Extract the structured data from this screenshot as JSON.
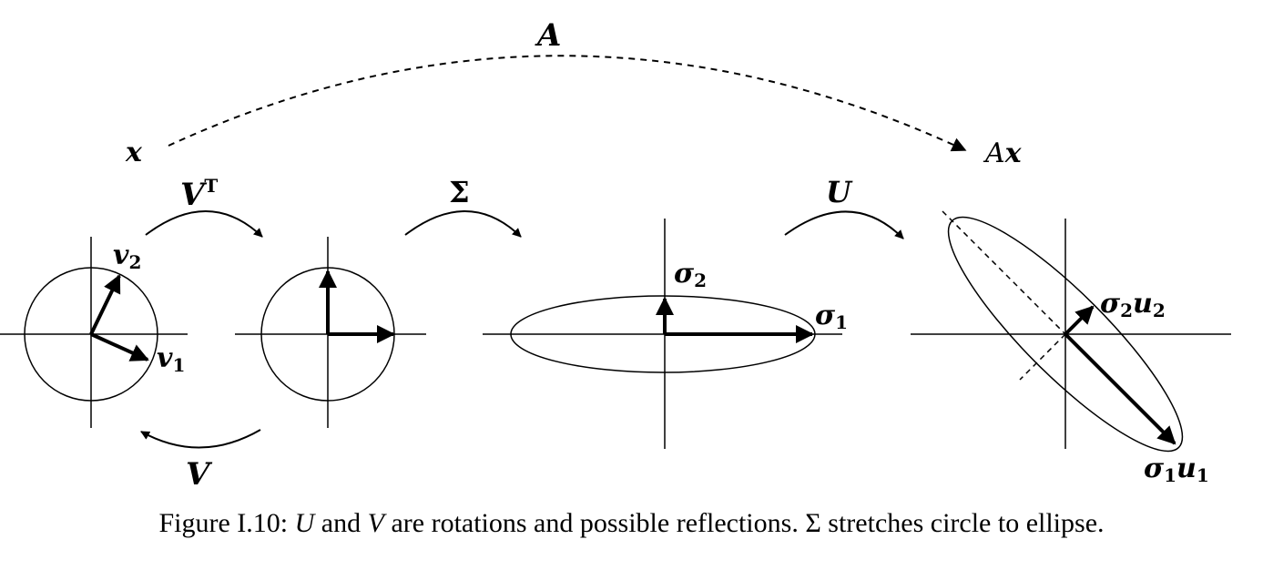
{
  "labels": {
    "A": "A",
    "x": "x",
    "Ax_A": "A",
    "Ax_x": "x",
    "VT_base": "V",
    "VT_sup": "T",
    "Sigma": "Σ",
    "U": "U",
    "V": "V",
    "v1_base": "v",
    "v1_sub": "1",
    "v2_base": "v",
    "v2_sub": "2",
    "sigma1_base": "σ",
    "sigma1_sub": "1",
    "sigma2_base": "σ",
    "sigma2_sub": "2",
    "s2u2_sigma": "σ",
    "s2u2_sigma_sub": "2",
    "s2u2_u": "u",
    "s2u2_u_sub": "2",
    "s1u1_sigma": "σ",
    "s1u1_sigma_sub": "1",
    "s1u1_u": "u",
    "s1u1_u_sub": "1"
  },
  "caption": {
    "prefix": "Figure I.10: ",
    "U": "U",
    "and": " and ",
    "V": "V",
    "mid": " are rotations and possible reflections. ",
    "Sigma": "Σ",
    "end": " stretches circle to ellipse."
  }
}
